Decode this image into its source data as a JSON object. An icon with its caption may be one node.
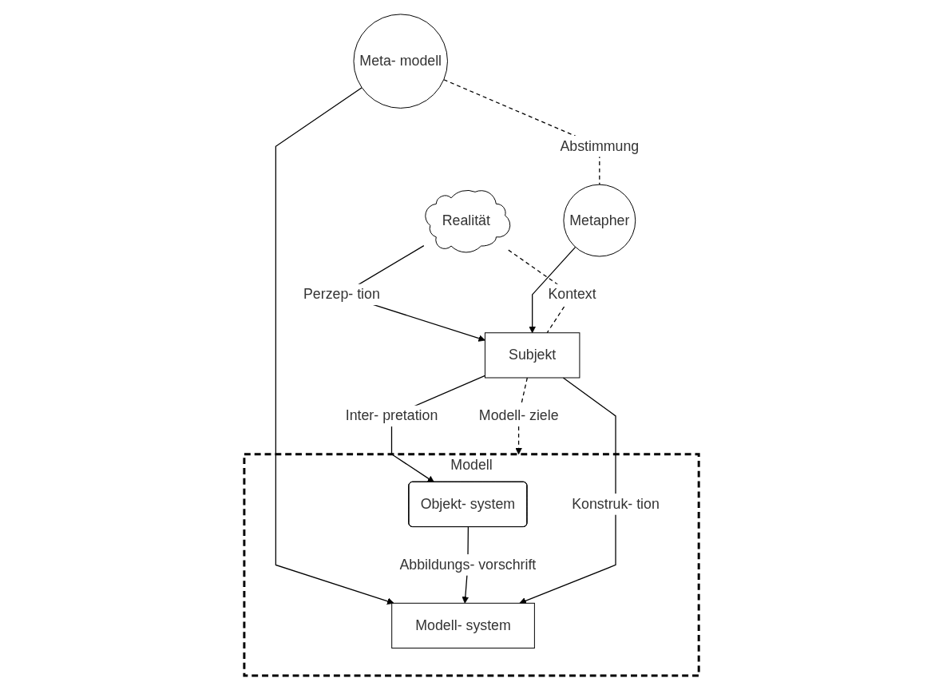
{
  "diagram": {
    "nodes": [
      {
        "text": [
          "Meta- modell"
        ]
      },
      {
        "text": [
          "Realität"
        ]
      },
      {
        "text": [
          "Modell"
        ]
      },
      {
        "text": [
          "Objekt- system"
        ],
        "in": 2
      },
      {
        "text": [
          "Modell- system"
        ],
        "in": 2
      },
      {
        "text": [
          "Metapher"
        ]
      },
      {
        "text": [
          "Subjekt"
        ]
      }
    ],
    "edges": [
      {
        "from": 0,
        "to": 4,
        "arrow": "to"
      },
      {
        "from": 3,
        "to": 4,
        "arrow": "to",
        "label": "Abbildungs- vorschrift"
      },
      {
        "from": 1,
        "to": 6,
        "arrow": "to",
        "label": "Perzep- tion"
      },
      {
        "from": 6,
        "to": 3,
        "arrow": "to",
        "label": "Inter- pretation"
      },
      {
        "from": 6,
        "to": 2,
        "arrow": "to",
        "label": "Modell- ziele",
        "style": "dashed"
      },
      {
        "from": 6,
        "to": 4,
        "arrow": "to",
        "label": "Konstruk- tion"
      },
      {
        "from": 5,
        "to": 6,
        "arrow": "to"
      },
      {
        "from": 0,
        "to": 5,
        "arrow": "none",
        "label": "Abstimmung",
        "style": "dashed"
      },
      {
        "from": 1,
        "to": 6,
        "arrow": "none",
        "label": "Kontext",
        "style": "dashed"
      }
    ]
  }
}
